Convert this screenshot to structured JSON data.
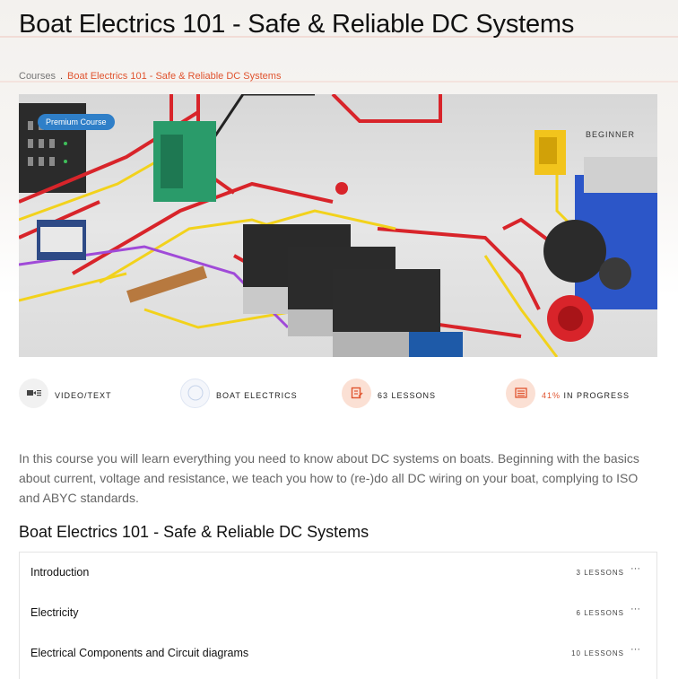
{
  "page": {
    "title": "Boat Electrics 101 - Safe & Reliable DC Systems"
  },
  "breadcrumb": {
    "root": "Courses",
    "separator": ".",
    "current": "Boat Electrics 101 - Safe & Reliable DC Systems"
  },
  "hero": {
    "badge": "Premium Course",
    "level": "BEGINNER"
  },
  "stats": [
    {
      "icon": "video-text-icon",
      "label": "VIDEO/TEXT"
    },
    {
      "icon": "boat-electrics-icon",
      "label": "BOAT ELECTRICS"
    },
    {
      "icon": "lessons-icon",
      "label": "63 LESSONS"
    },
    {
      "icon": "progress-icon",
      "percent": "41%",
      "label": "IN PROGRESS"
    }
  ],
  "description": "In this course you will learn everything you need to know about DC systems on boats. Beginning with the basics about current, voltage and resistance, we teach you how to (re-)do all DC wiring on your boat, complying to ISO and ABYC standards.",
  "curriculum": {
    "title": "Boat Electrics 101 - Safe & Reliable DC Systems",
    "sections": [
      {
        "name": "Introduction",
        "count": "3 LESSONS",
        "more": "···"
      },
      {
        "name": "Electricity",
        "count": "6 LESSONS",
        "more": "···"
      },
      {
        "name": "Electrical Components and Circuit diagrams",
        "count": "10 LESSONS",
        "more": "···"
      }
    ]
  },
  "colors": {
    "accent": "#e0542f",
    "badge": "#2f7fc8",
    "icon_bg": "#fbe3d9"
  }
}
